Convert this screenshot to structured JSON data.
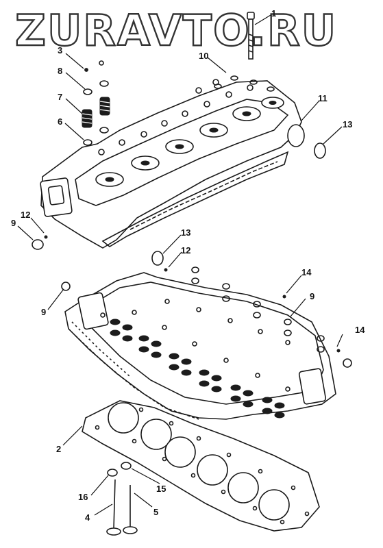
{
  "watermark": "ZURAVTO.RU",
  "callouts": {
    "c1": "1",
    "c2": "2",
    "c3": "3",
    "c4": "4",
    "c5": "5",
    "c6": "6",
    "c7": "7",
    "c8": "8",
    "c9a": "9",
    "c9b": "9",
    "c9c": "9",
    "c10": "10",
    "c11": "11",
    "c12a": "12",
    "c12b": "12",
    "c13a": "13",
    "c13b": "13",
    "c14a": "14",
    "c14b": "14",
    "c15": "15",
    "c16": "16"
  },
  "colors": {
    "ink": "#1a1a1a",
    "paper": "#ffffff",
    "watermark_stroke": "#333333"
  }
}
